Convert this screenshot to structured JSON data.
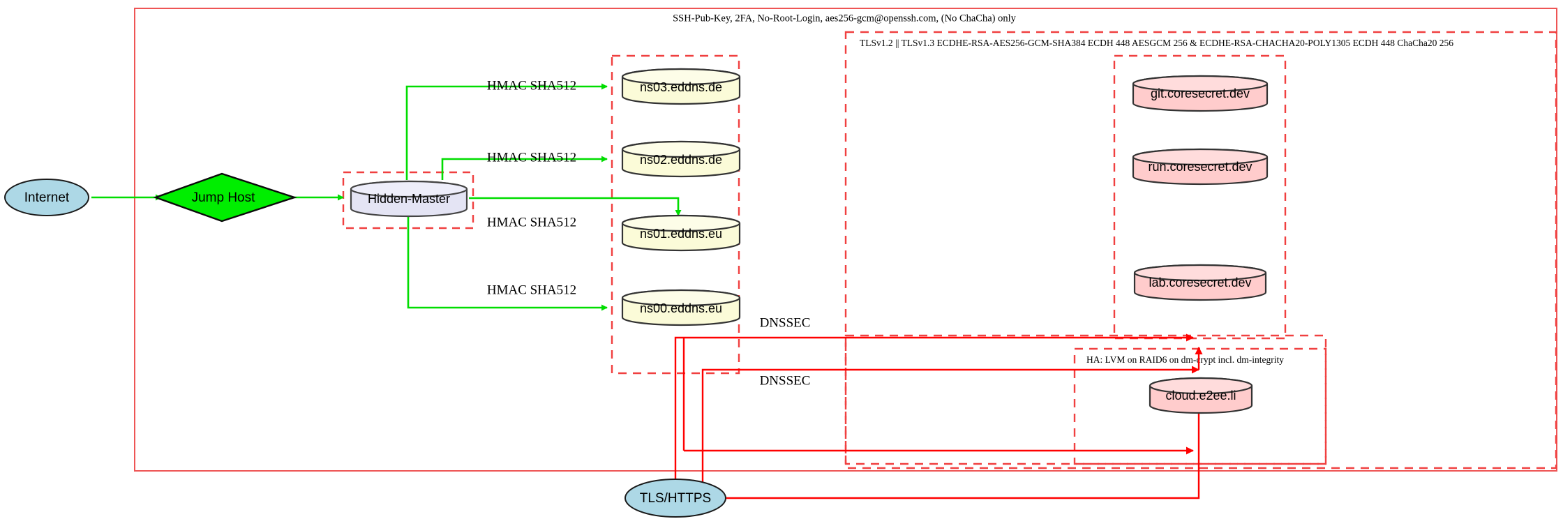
{
  "diagram": {
    "type": "network-security-architecture",
    "background": "#ffffff",
    "colors": {
      "outer_boundary": "#ee5555",
      "dashed_boundary": "#f04040",
      "dns_edge": "#00dd00",
      "tls_edge": "#ff0000",
      "internet_fill": "#add8e6",
      "jumphost_fill": "#00ee00",
      "hidden_master_fill": "#e4e4f4",
      "ns_fill": "#fbfbd8",
      "service_fill": "#ffcccc",
      "node_stroke": "#333333"
    }
  },
  "boundaries": {
    "ssh": {
      "label": "SSH-Pub-Key, 2FA, No-Root-Login, aes256-gcm@openssh.com, (No ChaCha) only",
      "style": "solid"
    },
    "tls": {
      "label": "TLSv1.2 || TLSv1.3 ECDHE-RSA-AES256-GCM-SHA384 ECDH 448 AESGCM 256 & ECDHE-RSA-CHACHA20-POLY1305 ECDH 448 ChaCha20 256",
      "style": "dashed"
    },
    "ha": {
      "label": "HA: LVM on RAID6 on dm-crypt incl. dm-integrity",
      "style": "dashed"
    },
    "hidden_master_zone": {
      "label": "",
      "style": "dashed"
    },
    "ns_zone": {
      "label": "",
      "style": "dashed"
    },
    "coresecret_zone": {
      "label": "",
      "style": "dashed"
    },
    "cloud_zone": {
      "label": "",
      "style": "dashed"
    }
  },
  "nodes": {
    "internet": {
      "label": "Internet",
      "shape": "ellipse",
      "fill": "#add8e6"
    },
    "jump_host": {
      "label": "Jump Host",
      "shape": "diamond",
      "fill": "#00ee00"
    },
    "hidden_master": {
      "label": "Hidden-Master",
      "shape": "cylinder",
      "fill": "#e4e4f4"
    },
    "tls_https": {
      "label": "TLS/HTTPS",
      "shape": "ellipse",
      "fill": "#add8e6"
    },
    "nameservers": [
      {
        "label": "ns03.eddns.de",
        "shape": "cylinder",
        "fill": "#fbfbd8"
      },
      {
        "label": "ns02.eddns.de",
        "shape": "cylinder",
        "fill": "#fbfbd8"
      },
      {
        "label": "ns01.eddns.eu",
        "shape": "cylinder",
        "fill": "#fbfbd8"
      },
      {
        "label": "ns00.eddns.eu",
        "shape": "cylinder",
        "fill": "#fbfbd8"
      }
    ],
    "services": [
      {
        "label": "git.coresecret.dev",
        "shape": "cylinder",
        "fill": "#ffcccc"
      },
      {
        "label": "run.coresecret.dev",
        "shape": "cylinder",
        "fill": "#ffcccc"
      },
      {
        "label": "lab.coresecret.dev",
        "shape": "cylinder",
        "fill": "#ffcccc"
      },
      {
        "label": "cloud.e2ee.li",
        "shape": "cylinder",
        "fill": "#ffcccc"
      }
    ]
  },
  "edge_labels": {
    "hmac": [
      "HMAC SHA512",
      "HMAC SHA512",
      "HMAC SHA512",
      "HMAC SHA512"
    ],
    "dnssec": [
      "DNSSEC",
      "DNSSEC"
    ]
  }
}
